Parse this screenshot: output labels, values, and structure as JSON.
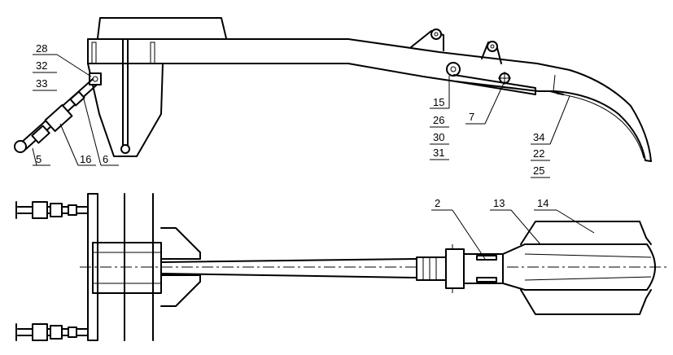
{
  "labels": {
    "c28": "28",
    "c32": "32",
    "c33": "33",
    "c5": "5",
    "c16": "16",
    "c6": "6",
    "c15": "15",
    "c26": "26",
    "c30": "30",
    "c31": "31",
    "c7": "7",
    "c34": "34",
    "c22": "22",
    "c25": "25",
    "c2": "2",
    "c13": "13",
    "c14": "14"
  }
}
